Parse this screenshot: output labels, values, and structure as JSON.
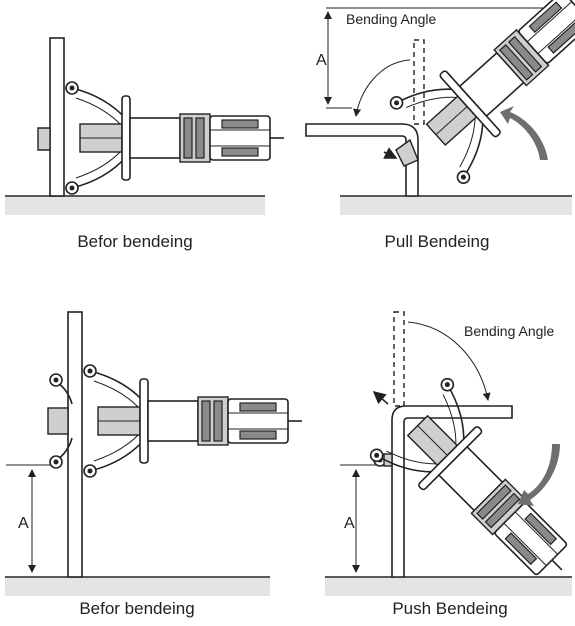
{
  "panels": {
    "top_left": {
      "caption": "Befor bendeing"
    },
    "top_right": {
      "caption": "Pull Bendeing",
      "angle_label": "Bending Angle",
      "dimension_label": "A"
    },
    "bottom_left": {
      "caption": "Befor bendeing",
      "dimension_label": "A"
    },
    "bottom_right": {
      "caption": "Push Bendeing",
      "angle_label": "Bending Angle",
      "dimension_label": "A"
    }
  },
  "colors": {
    "line": "#222222",
    "ground": "#e4e4e4",
    "motion_arrow": "#6e6e6e"
  }
}
